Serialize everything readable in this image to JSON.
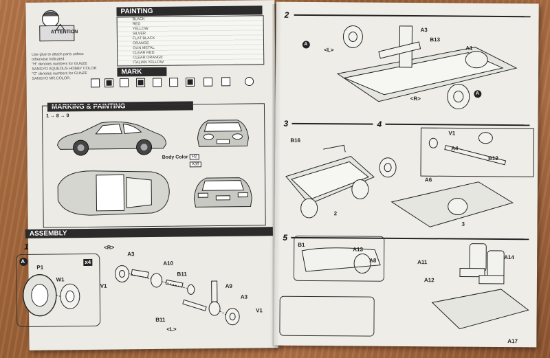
{
  "left_page": {
    "attention": "ATTENTION",
    "notes": [
      "Use glue to attach parts unless",
      "otherwise indicated.",
      "\"H\" denotes numbers for GUNZE",
      "SANGYO AQUEOUS HOBBY COLOR",
      "\"C\" denotes numbers for GUNZE",
      "SANGYO MR.COLOR."
    ],
    "painting_title": "PAINTING",
    "painting_rows": [
      "BLACK",
      "RED",
      "YELLOW",
      "SILVER",
      "FLAT BLACK",
      "ORANGE",
      "GUN METAL",
      "CLEAR RED",
      "CLEAR ORANGE",
      "ITALIAN YELLOW"
    ],
    "mark_title": "MARK",
    "marking_title": "MARKING & PAINTING",
    "marking_seq": "1 → 8 → 9",
    "body_color": "Body Color",
    "body_color_codes": [
      "H2",
      "A39"
    ],
    "assembly_title": "ASSEMBLY",
    "step": "1",
    "labels": {
      "r": "<R>",
      "l": "<L>",
      "a": "A",
      "p1": "P1",
      "w1": "W1",
      "x4": "x4",
      "a3": "A3",
      "a10": "A10",
      "b11": "B11",
      "v1": "V1",
      "a9": "A9"
    }
  },
  "right_page": {
    "steps": [
      "2",
      "3",
      "4",
      "5"
    ],
    "labels": {
      "a3": "A3",
      "b13": "B13",
      "a1": "A1",
      "l": "<L>",
      "r": "<R>",
      "a": "A",
      "b16": "B16",
      "two": "2",
      "three": "3",
      "v1": "V1",
      "a4": "A4",
      "b12": "B12",
      "a6": "A6",
      "b1": "B1",
      "a13": "A13",
      "a8": "A8",
      "a11": "A11",
      "a12": "A12",
      "a14": "A14",
      "a17": "A17"
    }
  },
  "colors": {
    "ink": "#222222",
    "paper": "#ecebe6",
    "wood": "#a86a3d"
  }
}
